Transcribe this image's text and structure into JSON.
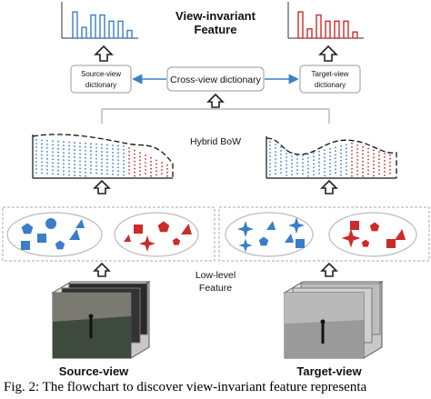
{
  "labels": {
    "view_invariant_line1": "View-invariant",
    "view_invariant_line2": "Feature",
    "source_dict_line1": "Source-view",
    "source_dict_line2": "dictionary",
    "cross_view_dict": "Cross-view dictionary",
    "target_dict_line1": "Target-view",
    "target_dict_line2": "dictionary",
    "hybrid_bow": "Hybrid BoW",
    "low_level_line1": "Low-level",
    "low_level_line2": "Feature",
    "source_view": "Source-view",
    "target_view": "Target-view",
    "caption": "Fig. 2: The flowchart to discover view-invariant feature representa"
  },
  "histograms": {
    "source_values": [
      0.85,
      0.35,
      0.75,
      0.75,
      0.55,
      0.55,
      0.25
    ],
    "target_values": [
      0.85,
      0.3,
      0.75,
      0.55,
      0.55,
      0.55,
      0.2
    ]
  },
  "colors": {
    "blue": "#3a7dc9",
    "red": "#cc2b2b",
    "arrow_blue": "#3f7fc4",
    "box_border": "#999999",
    "dashed_border": "#aaaaaa"
  },
  "icons": {
    "source_shapes": [
      "circle",
      "pentagon",
      "square",
      "triangle",
      "square",
      "pentagon",
      "triangle"
    ],
    "source_red_shapes": [
      "square",
      "pentagon",
      "triangle",
      "pentagon",
      "star",
      "triangle"
    ],
    "target_shapes": [
      "star",
      "triangle",
      "star",
      "pentagon",
      "triangle",
      "star",
      "square"
    ],
    "target_red_shapes": [
      "square",
      "pentagon",
      "star",
      "triangle",
      "square",
      "pentagon"
    ]
  }
}
